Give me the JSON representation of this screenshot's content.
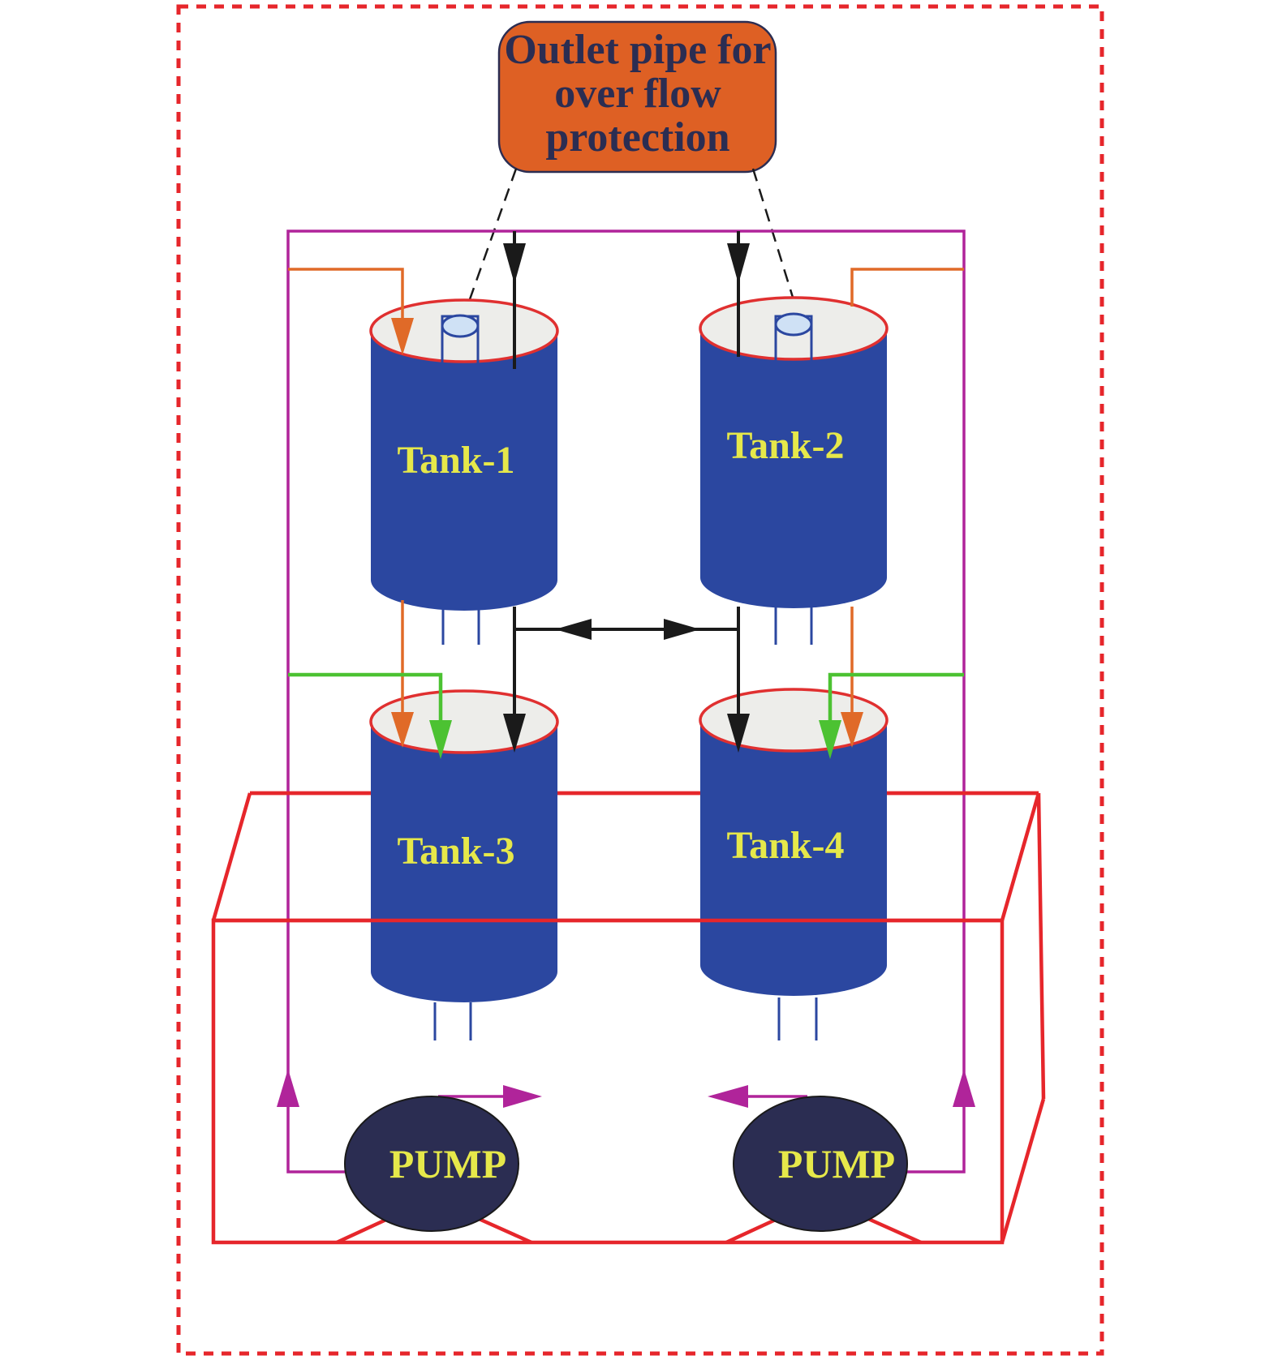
{
  "outlet_box": {
    "line1": "Outlet pipe for",
    "line2": "over flow",
    "line3": "protection"
  },
  "tanks": {
    "tank1": "Tank-1",
    "tank2": "Tank-2",
    "tank3": "Tank-3",
    "tank4": "Tank-4"
  },
  "pumps": {
    "left": "PUMP",
    "right": "PUMP"
  },
  "colors": {
    "tank_body": "#2b47a0",
    "tank_rim": "#e03030",
    "tank_top": "#ededea",
    "outlet_box": "#de6024",
    "pump": "#2b2d52",
    "label_yellow": "#e6e84a",
    "frame_red": "#e6262b",
    "magenta_pipe": "#b0249a",
    "orange_pipe": "#e06a28",
    "green_pipe": "#4cc232",
    "black_pipe": "#1a1a1a"
  }
}
